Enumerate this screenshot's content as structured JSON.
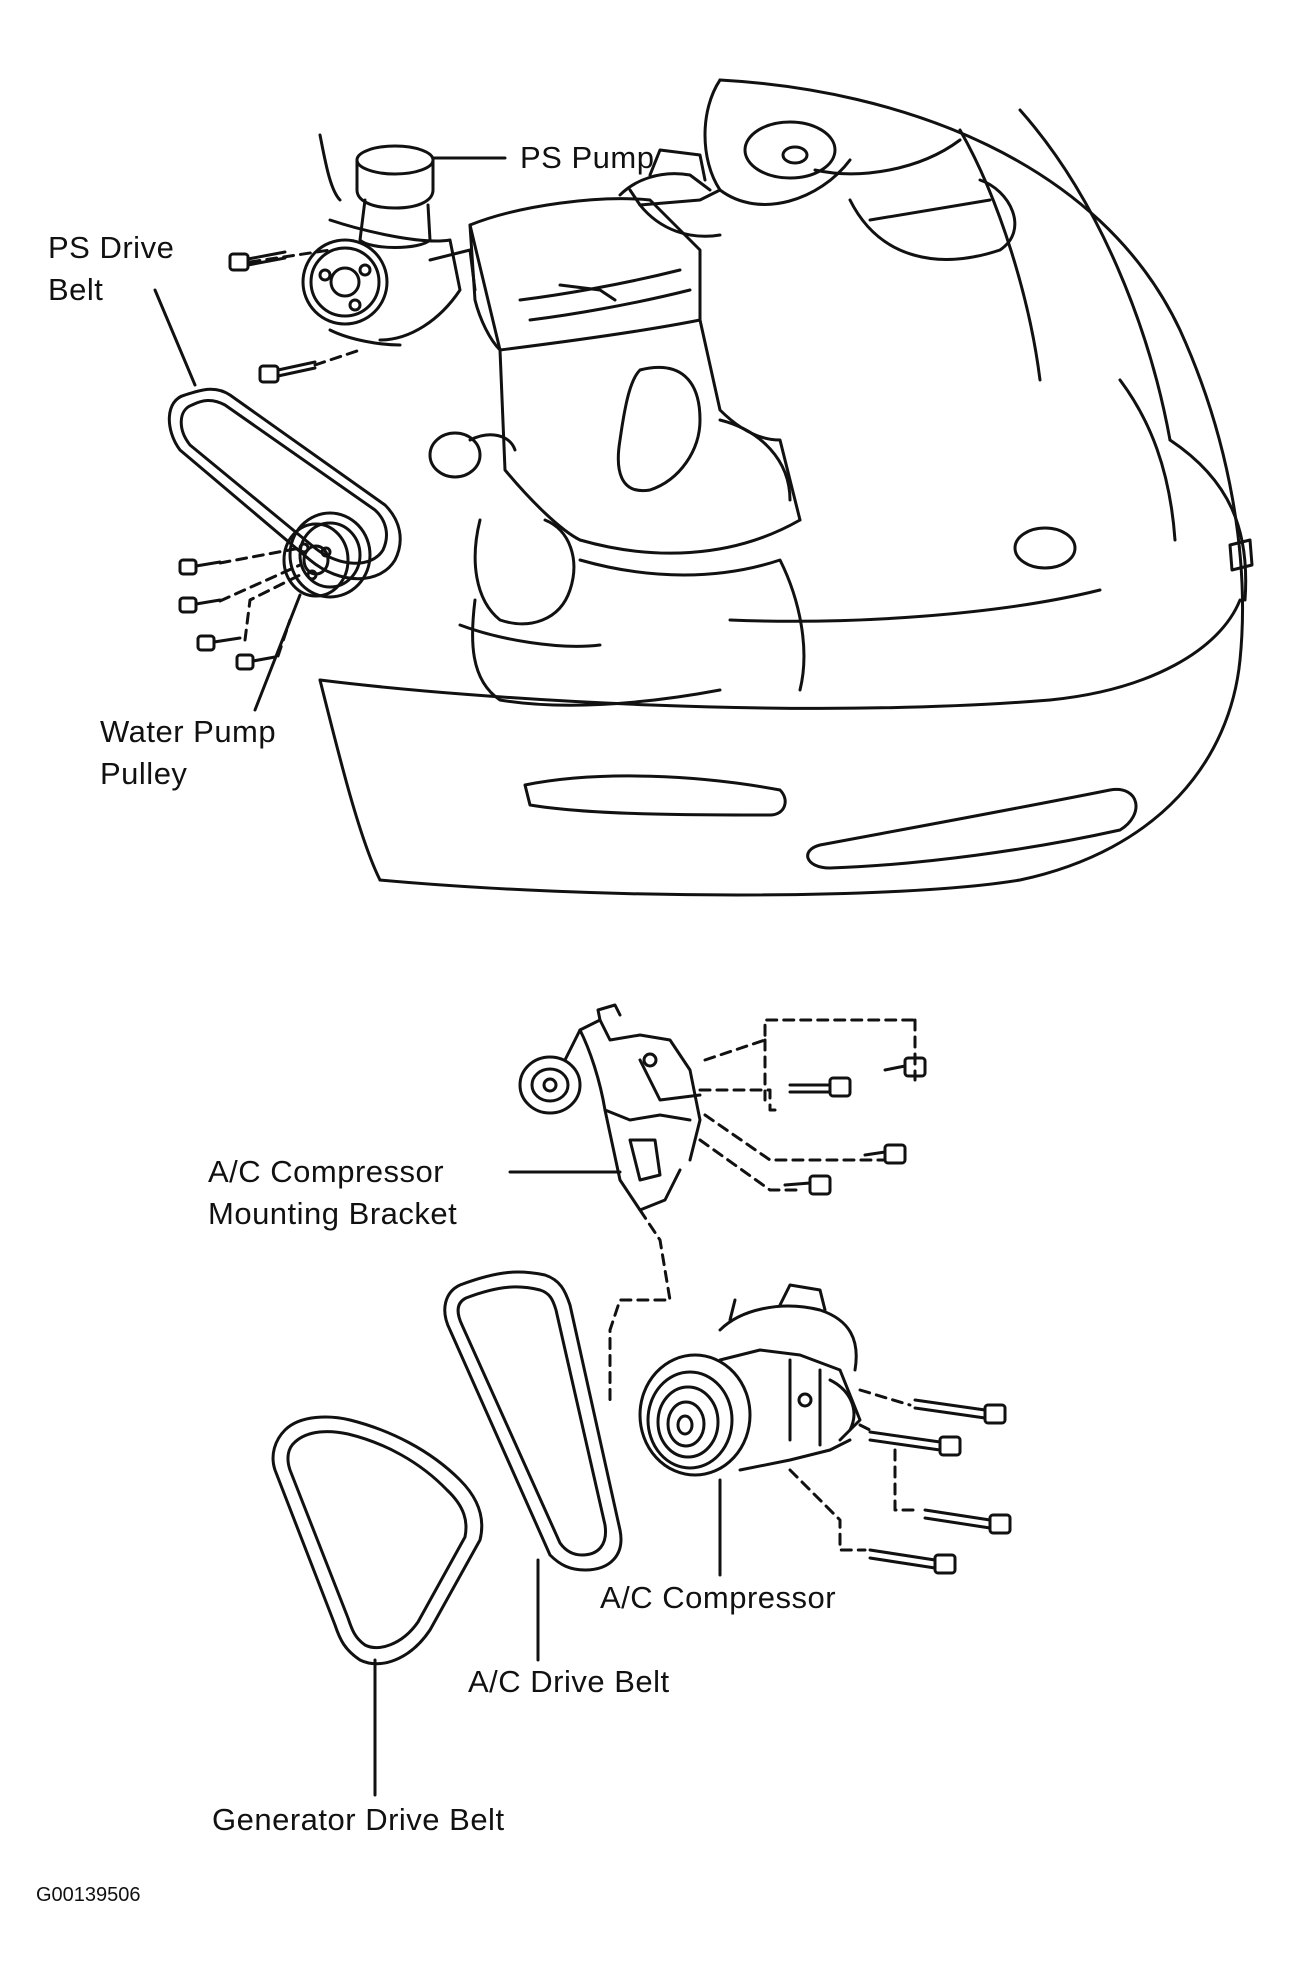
{
  "labels": {
    "ps_pump": "PS Pump",
    "ps_drive_belt_1": "PS Drive",
    "ps_drive_belt_2": "Belt",
    "water_pump_pulley_1": "Water Pump",
    "water_pump_pulley_2": "Pulley",
    "ac_bracket_1": "A/C Compressor",
    "ac_bracket_2": "Mounting Bracket",
    "ac_compressor": "A/C Compressor",
    "ac_drive_belt": "A/C Drive Belt",
    "generator_drive_belt": "Generator Drive Belt"
  },
  "figure_id": "G00139506",
  "colors": {
    "ink": "#111111",
    "paper": "#ffffff"
  }
}
